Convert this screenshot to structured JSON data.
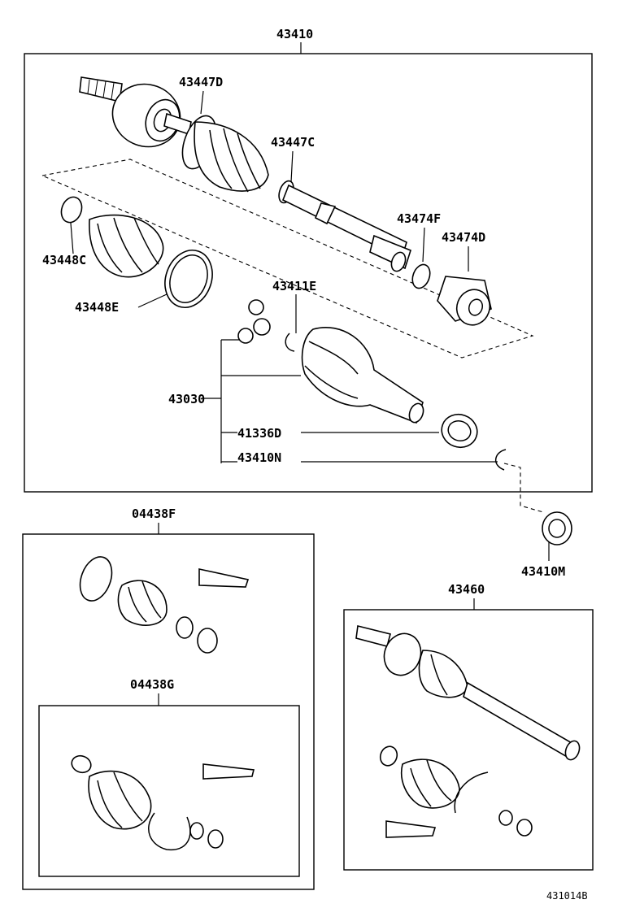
{
  "labels": {
    "shaft_assy": "43410",
    "boot_clamp_outer": "43447D",
    "boot_clamp_c": "43447C",
    "clamp_inner_small": "43448C",
    "clamp_inner_large": "43448E",
    "snap_ring_f": "43474F",
    "damper": "43474D",
    "snap_ring_e": "43411E",
    "inboard_joint": "43030",
    "oil_seal": "41336D",
    "snap_ring_n": "43410N",
    "bearing": "43410M",
    "boot_kit_outer": "04438F",
    "boot_kit_inner": "04438G",
    "shaft_assy_alt": "43460",
    "diagram_id": "431014B"
  }
}
